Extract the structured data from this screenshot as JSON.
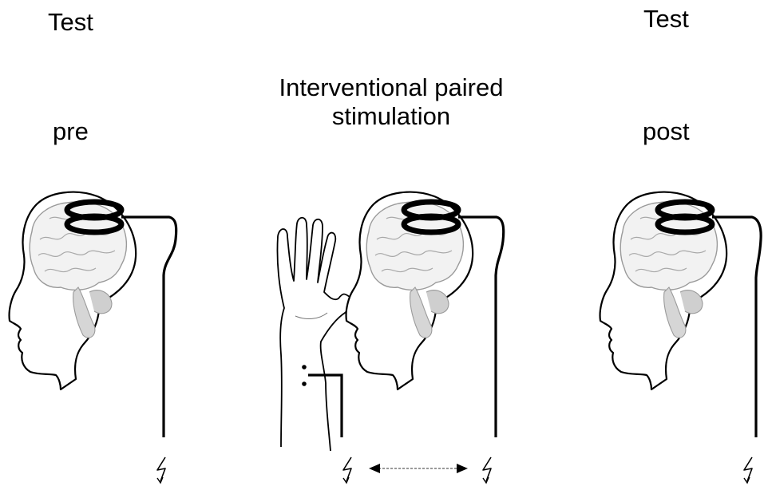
{
  "left_panel": {
    "heading": "Test",
    "phase": "pre"
  },
  "center_panel": {
    "title_line1": "Interventional paired",
    "title_line2": "stimulation"
  },
  "right_panel": {
    "heading": "Test",
    "phase": "post"
  },
  "colors": {
    "ink": "#000000",
    "brain": "#9a9a9a",
    "background": "#ffffff"
  }
}
